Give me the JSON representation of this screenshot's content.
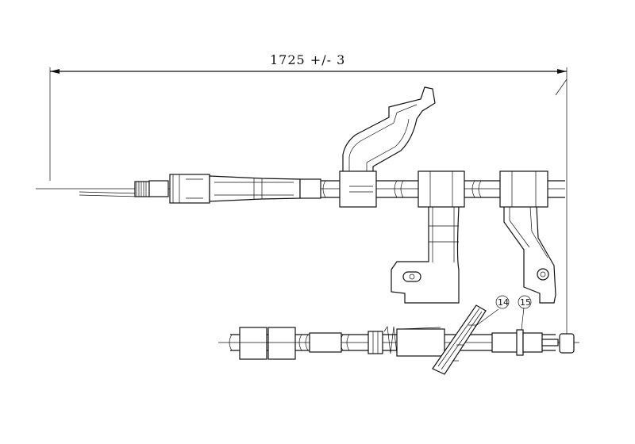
{
  "drawing": {
    "overall_length": "1725 +/- 3",
    "callouts": [
      "14",
      "15"
    ],
    "line_color": "#111111",
    "background": "#ffffff"
  }
}
